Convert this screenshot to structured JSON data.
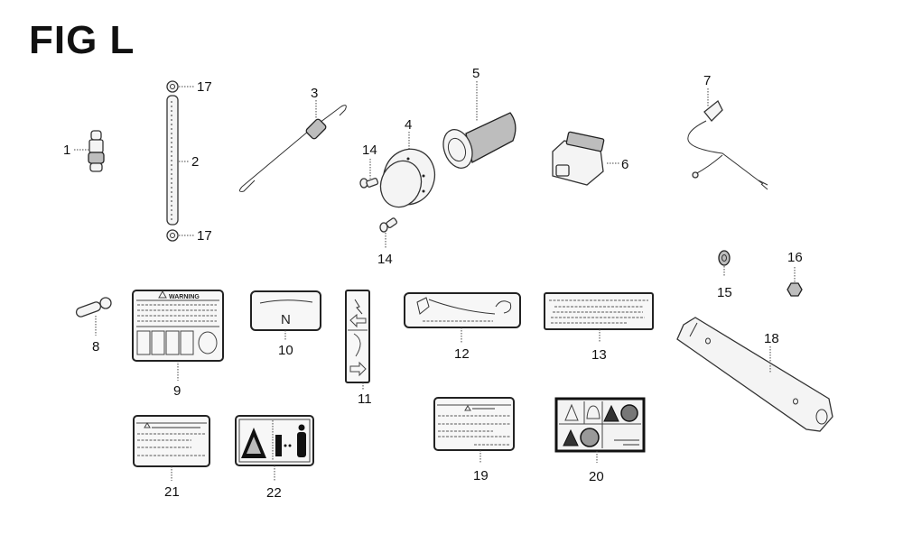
{
  "figure": {
    "title": "FIG L"
  },
  "parts": [
    {
      "callout": "1",
      "name": "spark-plug"
    },
    {
      "callout": "2",
      "name": "rod"
    },
    {
      "callout": "3",
      "name": "spring-link"
    },
    {
      "callout": "4",
      "name": "cover"
    },
    {
      "callout": "5",
      "name": "grip"
    },
    {
      "callout": "6",
      "name": "switch-block"
    },
    {
      "callout": "7",
      "name": "wire-harness"
    },
    {
      "callout": "8",
      "name": "key"
    },
    {
      "callout": "9",
      "name": "warning-label"
    },
    {
      "callout": "10",
      "name": "neutral-label"
    },
    {
      "callout": "11",
      "name": "choke-fuel-label"
    },
    {
      "callout": "12",
      "name": "throttle-label"
    },
    {
      "callout": "13",
      "name": "text-label"
    },
    {
      "callout": "14",
      "name": "screw"
    },
    {
      "callout": "15",
      "name": "washer"
    },
    {
      "callout": "16",
      "name": "nut"
    },
    {
      "callout": "17",
      "name": "clip"
    },
    {
      "callout": "18",
      "name": "plug-wrench"
    },
    {
      "callout": "19",
      "name": "caution-label"
    },
    {
      "callout": "20",
      "name": "pictogram-label"
    },
    {
      "callout": "21",
      "name": "small-warning-label"
    },
    {
      "callout": "22",
      "name": "distance-label"
    }
  ],
  "label_texts": {
    "warning": "WARNING",
    "neutral": "N"
  }
}
